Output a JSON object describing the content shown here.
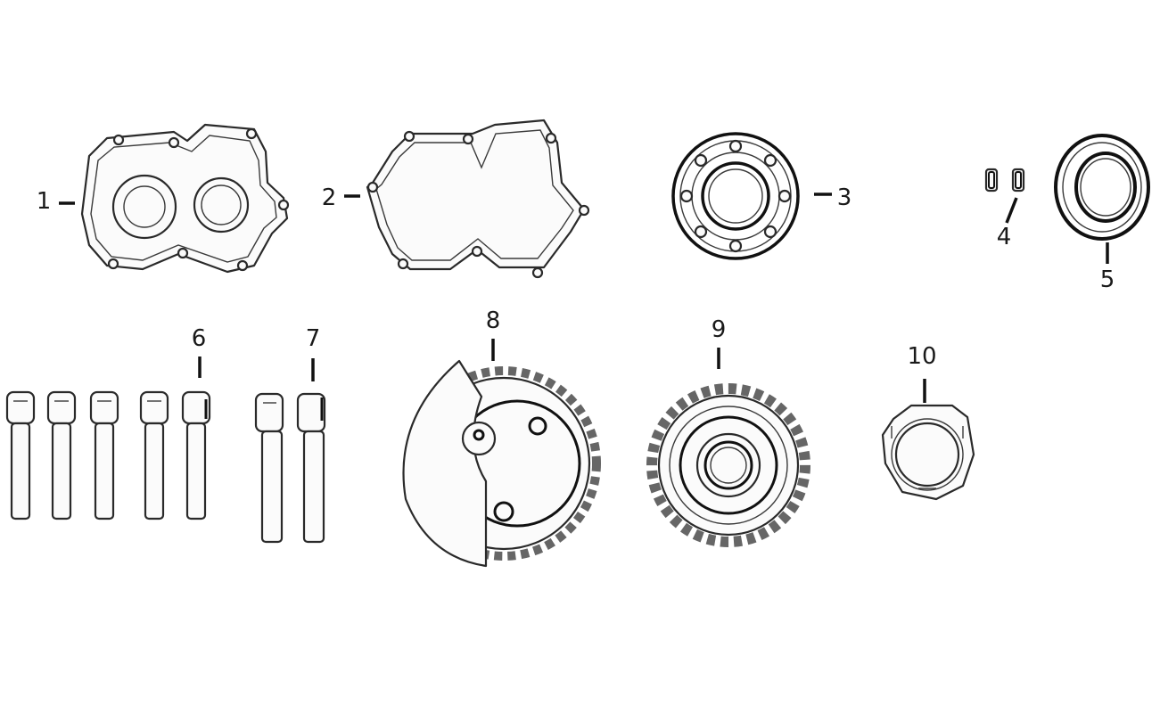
{
  "parts": [
    {
      "id": "1",
      "name": "cover-plate"
    },
    {
      "id": "2",
      "name": "gasket"
    },
    {
      "id": "3",
      "name": "ball-bearing"
    },
    {
      "id": "4",
      "name": "dowel-pin"
    },
    {
      "id": "5",
      "name": "oil-seal"
    },
    {
      "id": "6",
      "name": "bolt"
    },
    {
      "id": "7",
      "name": "bolt"
    },
    {
      "id": "8",
      "name": "crank-gear"
    },
    {
      "id": "9",
      "name": "gear"
    },
    {
      "id": "10",
      "name": "nut"
    }
  ]
}
